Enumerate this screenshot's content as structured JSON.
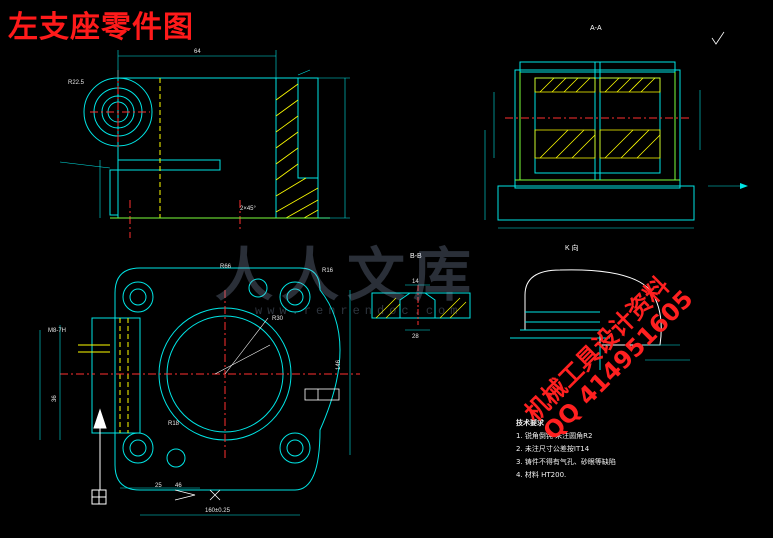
{
  "title": "左支座零件图",
  "watermark": {
    "cn": "人人文库",
    "url": "www.renrendoc.com"
  },
  "promo": {
    "line1": "机械工具设计资料",
    "line2": "QQ 414951605"
  },
  "views": {
    "section_aa": "A-A",
    "section_bb": "B-B",
    "view_k": "K 向"
  },
  "notes": {
    "heading": "技术要求",
    "items": [
      "1. 锐角倒钝 未注圆角R2",
      "2. 未注尺寸公差按IT14",
      "3. 铸件不得有气孔、砂眼等缺陷",
      "4. 材料 HT200."
    ]
  },
  "dims": {
    "d64": "64",
    "r22": "R22.5",
    "d146": "146",
    "r66": "R66",
    "r16": "R16",
    "mouth": "M8-7H",
    "r30": "R30",
    "r18": "R18",
    "d46": "46",
    "d25": "25",
    "d36": "36",
    "d14": "14",
    "d28": "28",
    "d160": "160±0.25",
    "chamfer": "2×45°"
  },
  "colors": {
    "outline": "#00e5e5",
    "hidden": "#ffff00",
    "center": "#ff3030",
    "green": "#7cff3a",
    "hatch": "#ffff00",
    "white": "#ffffff"
  }
}
